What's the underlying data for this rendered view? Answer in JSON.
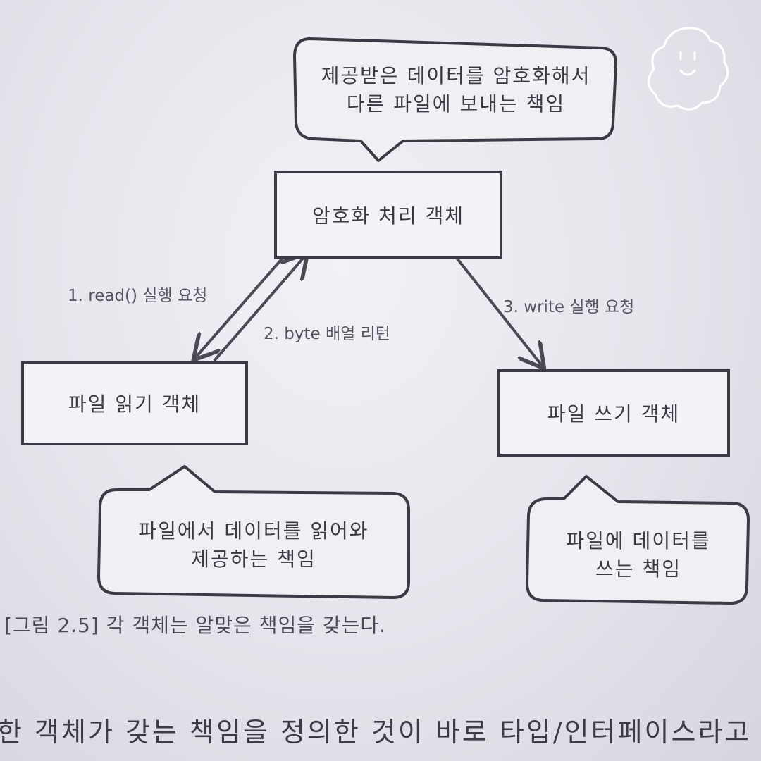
{
  "diagram": {
    "nodes": {
      "encrypt": "암호화 처리 객체",
      "reader": "파일 읽기 객체",
      "writer": "파일 쓰기 객체"
    },
    "bubbles": {
      "encrypt": "제공받은 데이터를 암호화해서\n다른 파일에 보내는 책임",
      "reader": "파일에서 데이터를 읽어와\n제공하는 책임",
      "writer": "파일에 데이터를\n쓰는 책임"
    },
    "edges": {
      "read_request": "1. read() 실행 요청",
      "byte_return": "2. byte 배열 리턴",
      "write_request": "3. write 실행 요청"
    }
  },
  "caption": "[그림 2.5] 각 객체는 알맞은 책임을 갖는다.",
  "body_text": "한 객체가 갖는 책임을 정의한 것이 바로 타입/인터페이스라고"
}
